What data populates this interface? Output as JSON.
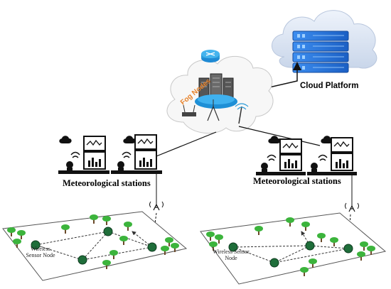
{
  "labels": {
    "cloud_platform": "Cloud Platform",
    "fog_nodes": "Fog Nodes",
    "stations_left": "Meteorological stations",
    "stations_right": "Meteorological stations",
    "wsn_left": "Wireless Sensor Node",
    "wsn_right": "Wireless Sensor Node"
  },
  "colors": {
    "cloud_fill": "#dce6f4",
    "server_blue": "#1e6fd9",
    "fog_cloud": "#f6f6f6",
    "fog_text": "#e8822a",
    "router_blue": "#2a9ad8",
    "tree_green": "#3cb43c",
    "node_green": "#1f6e3a",
    "line": "#222222"
  },
  "icons": [
    "cloud-server-icon",
    "fog-router-icon",
    "fog-server-icon",
    "wifi-antenna-icon",
    "station-computer-icon",
    "tree-icon",
    "sensor-node-icon",
    "antenna-mast-icon"
  ]
}
